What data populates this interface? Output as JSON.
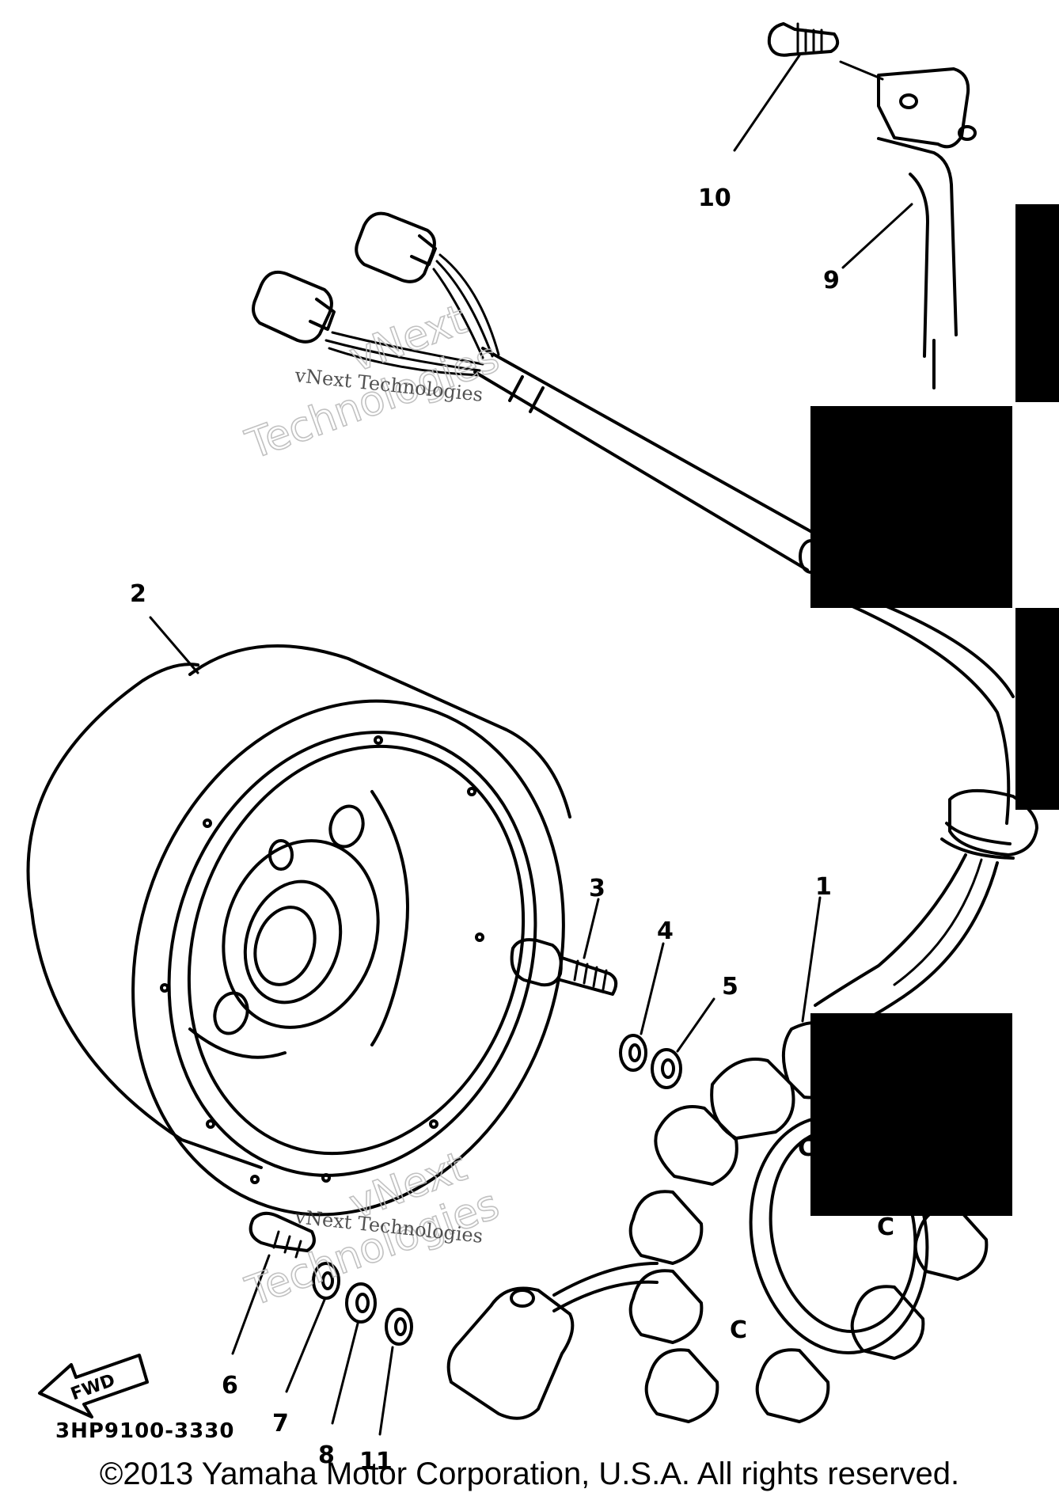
{
  "callouts": [
    {
      "id": "1",
      "part": "stator"
    },
    {
      "id": "2",
      "part": "rotor"
    },
    {
      "id": "3",
      "part": "bolt"
    },
    {
      "id": "4",
      "part": "lock-washer"
    },
    {
      "id": "5",
      "part": "washer"
    },
    {
      "id": "6",
      "part": "screw"
    },
    {
      "id": "7",
      "part": "lock-washer"
    },
    {
      "id": "8",
      "part": "washer"
    },
    {
      "id": "9",
      "part": "bracket"
    },
    {
      "id": "10",
      "part": "screw"
    },
    {
      "id": "11",
      "part": "washer"
    }
  ],
  "labels": {
    "c1": "1",
    "c2": "2",
    "c3": "3",
    "c4": "4",
    "c5": "5",
    "c6": "6",
    "c7": "7",
    "c8": "8",
    "c9": "9",
    "c10": "10",
    "c11": "11",
    "fwd": "FWD",
    "part_code": "3HP9100-3330",
    "stator_mark": "C"
  },
  "watermarks": {
    "small": "vNext Technologies",
    "large_line1": "vNext",
    "large_line2": "Technologies"
  },
  "copyright": "©2013 Yamaha Motor Corporation, U.S.A. All rights reserved."
}
